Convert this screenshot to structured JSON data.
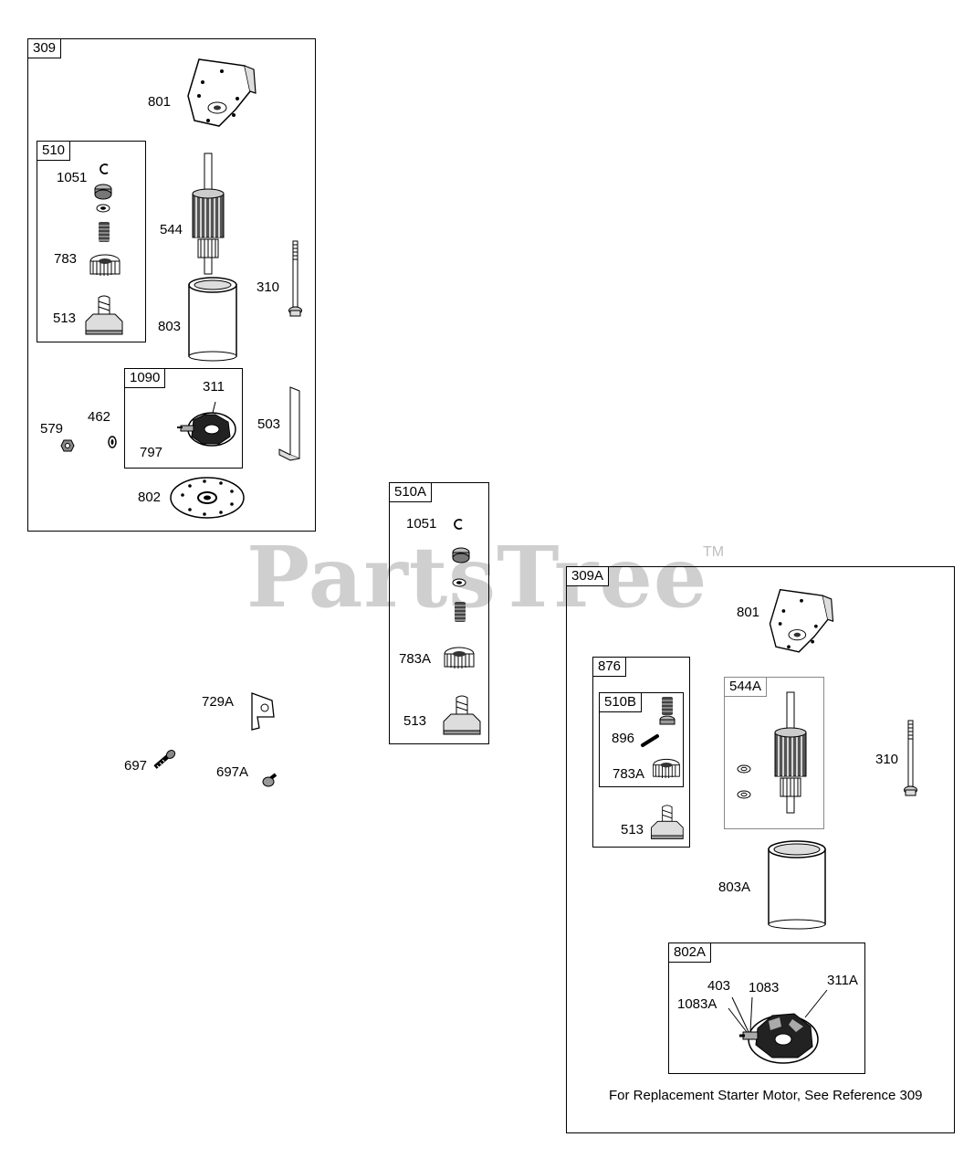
{
  "watermark": {
    "text": "PartsTree",
    "tm": "TM"
  },
  "groups": {
    "g309": "309",
    "g510": "510",
    "g1090": "1090",
    "g510A": "510A",
    "g309A": "309A",
    "g876": "876",
    "g510B": "510B",
    "g544A": "544A",
    "g802A": "802A"
  },
  "labels": {
    "l801": "801",
    "l1051": "1051",
    "l544": "544",
    "l783": "783",
    "l513": "513",
    "l803": "803",
    "l310": "310",
    "l311": "311",
    "l462": "462",
    "l579": "579",
    "l797": "797",
    "l503": "503",
    "l802": "802",
    "a1051": "1051",
    "a783A": "783A",
    "a513": "513",
    "l729A": "729A",
    "l697": "697",
    "l697A": "697A",
    "b801": "801",
    "b896": "896",
    "b783A": "783A",
    "b513": "513",
    "b310": "310",
    "b803A": "803A",
    "b403": "403",
    "b1083": "1083",
    "b311A": "311A",
    "b1083A": "1083A"
  },
  "note": "For Replacement Starter Motor, See Reference 309"
}
